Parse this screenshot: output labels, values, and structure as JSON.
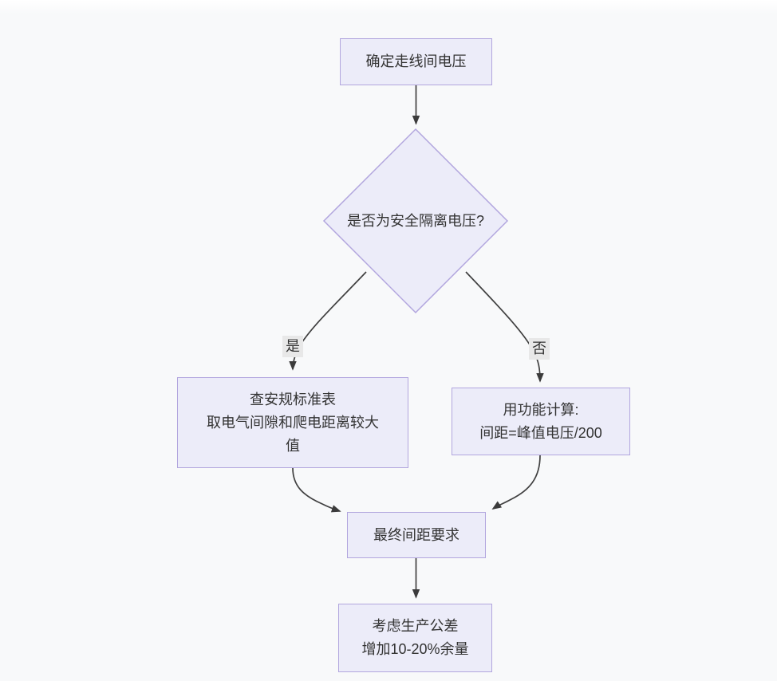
{
  "theme": {
    "background": "#f8f9fa",
    "node_fill": "#ececf9",
    "node_border": "#b2a6de",
    "edge_color": "#404040",
    "edge_label_bg": "#e8e8e8",
    "text_color": "#333333"
  },
  "flowchart": {
    "type": "flowchart-top-down",
    "nodes": {
      "start": {
        "shape": "rect",
        "label": "确定走线间电压"
      },
      "decision": {
        "shape": "diamond",
        "label": "是否为安全隔离电压?"
      },
      "safety": {
        "shape": "rect",
        "lines": [
          "查安规标准表",
          "取电气间隙和爬电距离较大",
          "值"
        ]
      },
      "functional": {
        "shape": "rect",
        "lines": [
          "用功能计算:",
          "间距=峰值电压/200"
        ]
      },
      "final": {
        "shape": "rect",
        "label": "最终间距要求"
      },
      "margin": {
        "shape": "rect",
        "lines": [
          "考虑生产公差",
          "增加10-20%余量"
        ]
      }
    },
    "edge_labels": {
      "yes": "是",
      "no": "否"
    },
    "edges": [
      {
        "from": "start",
        "to": "decision",
        "label": ""
      },
      {
        "from": "decision",
        "to": "safety",
        "label": "是"
      },
      {
        "from": "decision",
        "to": "functional",
        "label": "否"
      },
      {
        "from": "safety",
        "to": "final",
        "label": ""
      },
      {
        "from": "functional",
        "to": "final",
        "label": ""
      },
      {
        "from": "final",
        "to": "margin",
        "label": ""
      }
    ]
  }
}
